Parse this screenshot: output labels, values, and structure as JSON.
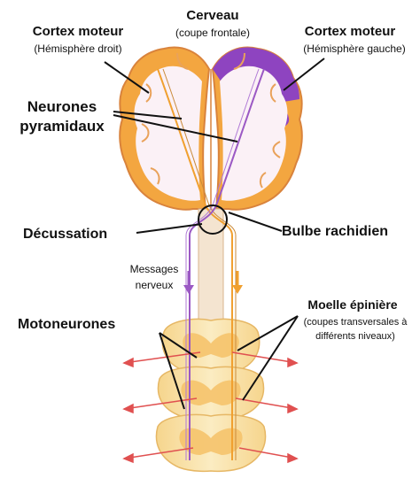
{
  "labels": {
    "cerveau": "Cerveau",
    "coupe_frontale": "(coupe frontale)",
    "cortex_left": "Cortex moteur",
    "cortex_left_sub": "(Hémisphère droit)",
    "cortex_right": "Cortex moteur",
    "cortex_right_sub": "(Hémisphère gauche)",
    "neurones_line1": "Neurones",
    "neurones_line2": "pyramidaux",
    "decussation": "Décussation",
    "bulbe": "Bulbe rachidien",
    "messages_line1": "Messages",
    "messages_line2": "nerveux",
    "motoneurones": "Motoneurones",
    "moelle": "Moelle épinière",
    "moelle_sub1": "(coupes transversales à",
    "moelle_sub2": "différents niveaux)"
  },
  "colors": {
    "right_hemisphere_tract": "#9b59c4",
    "left_hemisphere_tract": "#f0a030",
    "cortex_orange": "#f3a640",
    "cortex_purple": "#8e44c0",
    "white_matter": "#fbf1f6",
    "brain_outline": "#d9833c",
    "spinal_cord": "#f9e3a8",
    "grey_matter": "#f5c36b",
    "motor_axon": "#e05050"
  }
}
